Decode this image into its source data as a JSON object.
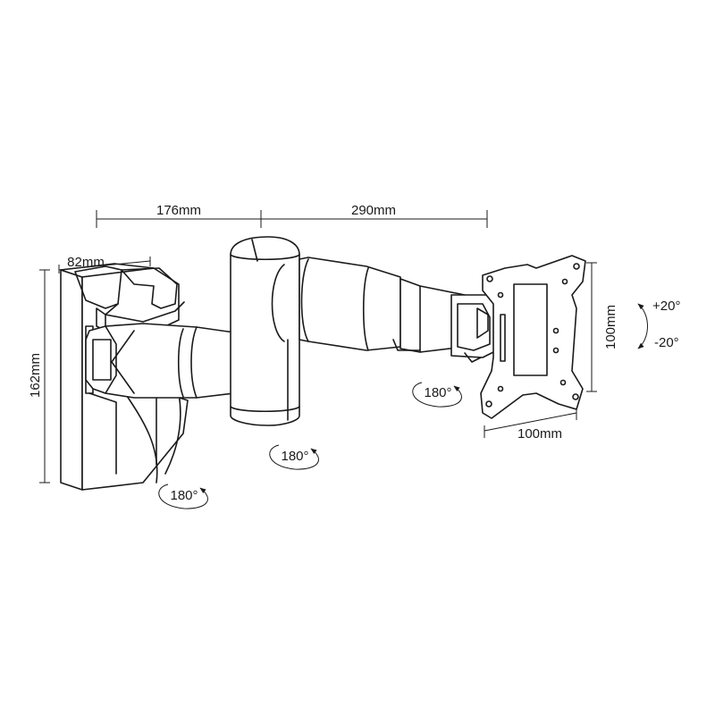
{
  "dimensions": {
    "arm_first": "176mm",
    "arm_second": "290mm",
    "wall_plate_depth": "82mm",
    "wall_plate_height": "162mm",
    "vesa_height": "100mm",
    "vesa_width": "100mm"
  },
  "rotations": {
    "wall_joint": "180°",
    "elbow_joint": "180°",
    "head_joint": "180°"
  },
  "tilt": {
    "up": "+20°",
    "down": "-20°"
  },
  "colors": {
    "line": "#1a1a1a",
    "background": "#ffffff"
  }
}
